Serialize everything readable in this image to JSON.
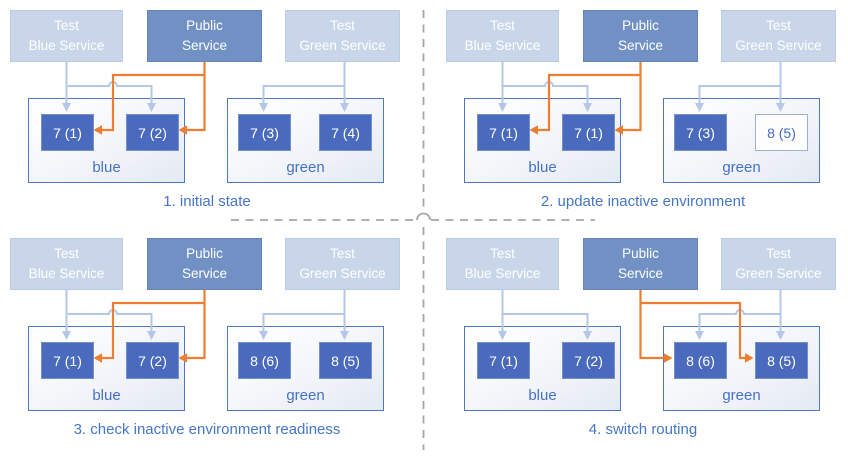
{
  "colors": {
    "pod_active_fill": "#4a6bbd",
    "pod_pending_fill": "#fdfdfe",
    "test_service_fill": "#c9d6ea",
    "public_service_fill": "#7191c5",
    "public_route_arrow": "#ed7d31",
    "test_route_arrow": "#b4c7e7",
    "environment_border": "#4e78c2",
    "caption_text": "#4576c6",
    "divider_line": "#a6a6a6"
  },
  "quadrants": [
    {
      "caption": "1. initial state",
      "public_routes_to": "blue",
      "services": [
        {
          "line1": "Test",
          "line2": "Blue Service"
        },
        {
          "line1": "Public",
          "line2": "Service"
        },
        {
          "line1": "Test",
          "line2": "Green Service"
        }
      ],
      "environments": [
        {
          "label": "blue",
          "pods": [
            {
              "label": "7 (1)",
              "state": "active"
            },
            {
              "label": "7 (2)",
              "state": "active"
            }
          ]
        },
        {
          "label": "green",
          "pods": [
            {
              "label": "7 (3)",
              "state": "active"
            },
            {
              "label": "7 (4)",
              "state": "active"
            }
          ]
        }
      ]
    },
    {
      "caption": "2. update inactive environment",
      "public_routes_to": "blue",
      "services": [
        {
          "line1": "Test",
          "line2": "Blue Service"
        },
        {
          "line1": "Public",
          "line2": "Service"
        },
        {
          "line1": "Test",
          "line2": "Green Service"
        }
      ],
      "environments": [
        {
          "label": "blue",
          "pods": [
            {
              "label": "7 (1)",
              "state": "active"
            },
            {
              "label": "7 (1)",
              "state": "active"
            }
          ]
        },
        {
          "label": "green",
          "pods": [
            {
              "label": "7 (3)",
              "state": "active"
            },
            {
              "label": "8 (5)",
              "state": "pending"
            }
          ]
        }
      ]
    },
    {
      "caption": "3. check inactive environment readiness",
      "public_routes_to": "blue",
      "services": [
        {
          "line1": "Test",
          "line2": "Blue Service"
        },
        {
          "line1": "Public",
          "line2": "Service"
        },
        {
          "line1": "Test",
          "line2": "Green Service"
        }
      ],
      "environments": [
        {
          "label": "blue",
          "pods": [
            {
              "label": "7 (1)",
              "state": "active"
            },
            {
              "label": "7 (2)",
              "state": "active"
            }
          ]
        },
        {
          "label": "green",
          "pods": [
            {
              "label": "8 (6)",
              "state": "active"
            },
            {
              "label": "8 (5)",
              "state": "active"
            }
          ]
        }
      ]
    },
    {
      "caption": "4. switch routing",
      "public_routes_to": "green",
      "services": [
        {
          "line1": "Test",
          "line2": "Blue Service"
        },
        {
          "line1": "Public",
          "line2": "Service"
        },
        {
          "line1": "Test",
          "line2": "Green Service"
        }
      ],
      "environments": [
        {
          "label": "blue",
          "pods": [
            {
              "label": "7 (1)",
              "state": "active"
            },
            {
              "label": "7 (2)",
              "state": "active"
            }
          ]
        },
        {
          "label": "green",
          "pods": [
            {
              "label": "8 (6)",
              "state": "active"
            },
            {
              "label": "8 (5)",
              "state": "active"
            }
          ]
        }
      ]
    }
  ]
}
